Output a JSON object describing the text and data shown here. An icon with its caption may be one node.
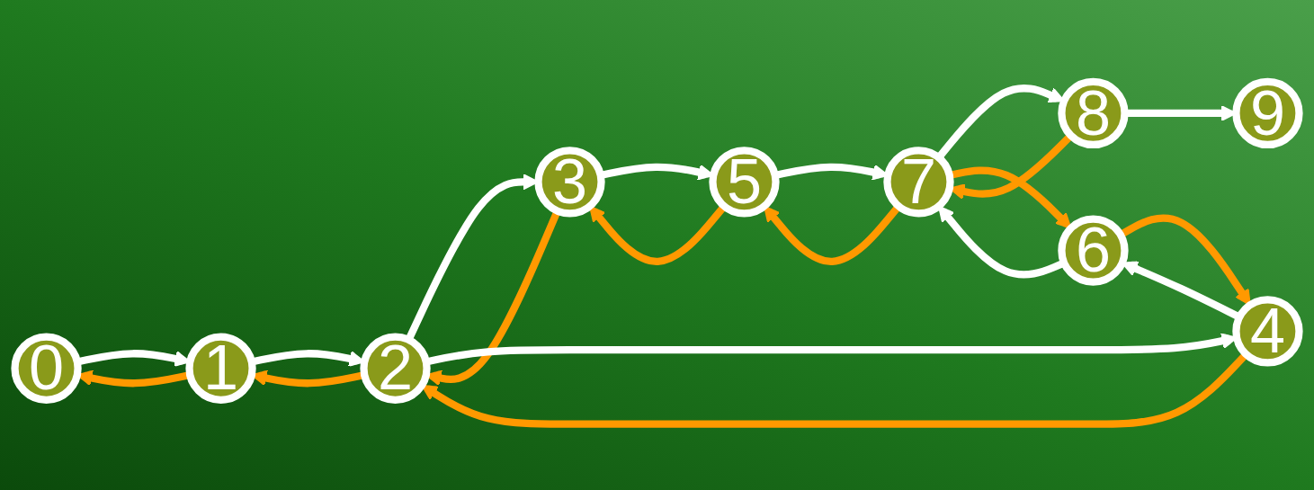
{
  "diagram": {
    "nodes": [
      {
        "text": [
          "0"
        ]
      },
      {
        "text": [
          "1"
        ]
      },
      {
        "text": [
          "2"
        ]
      },
      {
        "text": [
          "3"
        ]
      },
      {
        "text": [
          "4"
        ]
      },
      {
        "text": [
          "5"
        ]
      },
      {
        "text": [
          "6"
        ]
      },
      {
        "text": [
          "7"
        ]
      },
      {
        "text": [
          "8"
        ]
      },
      {
        "text": [
          "9"
        ]
      }
    ],
    "edges": [
      {
        "from": 1,
        "to": 0,
        "arrow": "to",
        "color": "#ff9900"
      },
      {
        "from": 2,
        "to": 1,
        "arrow": "to",
        "color": "#ff9900"
      },
      {
        "from": 3,
        "to": 2,
        "arrow": "to",
        "color": "#ff9900"
      },
      {
        "from": 0,
        "to": 1,
        "arrow": "to"
      },
      {
        "from": 1,
        "to": 2,
        "arrow": "to"
      },
      {
        "from": 2,
        "to": 3,
        "arrow": "to"
      },
      {
        "from": 2,
        "to": 4,
        "arrow": "to"
      },
      {
        "from": 4,
        "to": 2,
        "arrow": "to",
        "color": "#ff9900"
      },
      {
        "from": 3,
        "to": 5,
        "arrow": "to"
      },
      {
        "from": 5,
        "to": 3,
        "arrow": "to",
        "color": "#ff9900"
      },
      {
        "from": 6,
        "to": 4,
        "arrow": "to",
        "color": "#ff9900"
      },
      {
        "from": 7,
        "to": 5,
        "arrow": "to",
        "color": "#ff9900"
      },
      {
        "from": 4,
        "to": 6,
        "arrow": "to"
      },
      {
        "from": 5,
        "to": 7,
        "arrow": "to"
      },
      {
        "from": 6,
        "to": 7,
        "arrow": "to"
      },
      {
        "from": 7,
        "to": 8,
        "arrow": "to"
      },
      {
        "from": 8,
        "to": 9,
        "arrow": "to"
      },
      {
        "from": 7,
        "to": 6,
        "arrow": "to",
        "color": "#ff9900"
      },
      {
        "from": 8,
        "to": 7,
        "arrow": "to",
        "color": "#ff9900"
      }
    ]
  }
}
